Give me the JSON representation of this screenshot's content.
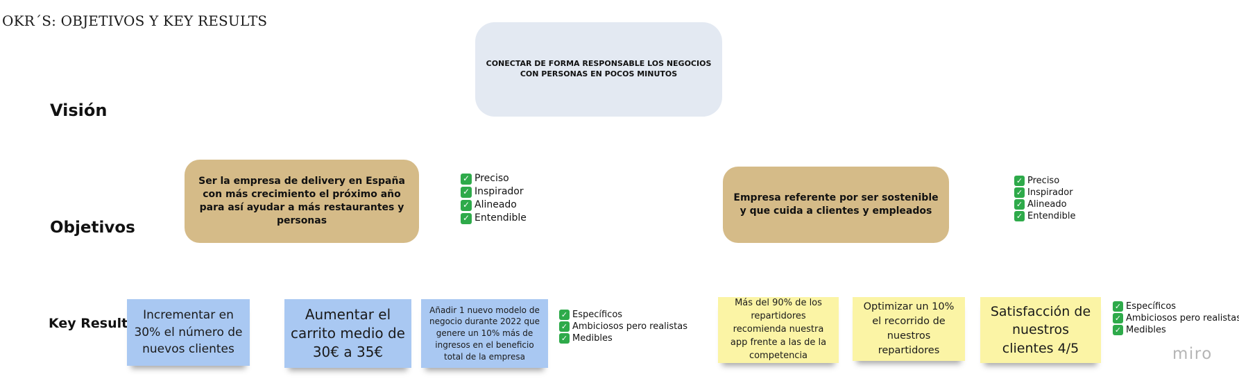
{
  "title": "OKR´S: OBJETIVOS Y KEY RESULTS",
  "labels": {
    "vision": "Visión",
    "objetivos": "Objetivos",
    "key_results": "Key Results"
  },
  "vision_text": "CONECTAR DE FORMA RESPONSABLE LOS NEGOCIOS CON PERSONAS EN POCOS MINUTOS",
  "objetivos": [
    "Ser la empresa de delivery en España con más crecimiento el próximo año para así ayudar a más restaurantes y personas",
    "Empresa referente por ser sostenible y que cuida a clientes y empleados"
  ],
  "objective_checklist": [
    "Preciso",
    "Inspirador",
    "Alineado",
    "Entendible"
  ],
  "key_results": [
    "Incrementar en 30%  el número de nuevos clientes",
    "Aumentar el carrito medio de 30€ a 35€",
    "Añadir 1 nuevo modelo de negocio durante 2022 que genere un 10% más de ingresos en el beneficio total de la empresa",
    "Más del 90% de los repartidores recomienda nuestra app frente a las de la competencia",
    "Optimizar un 10% el recorrido de nuestros repartidores",
    "Satisfacción de nuestros clientes 4/5"
  ],
  "kr_checklist": [
    "Específicos",
    "Ambiciosos pero realistas",
    "Medibles"
  ],
  "watermark": "miro",
  "colors": {
    "vision_bg": "#e3e9f2",
    "objective_bg": "#d5bb88",
    "note_blue": "#a9c8f2",
    "note_yellow": "#fbf4a5",
    "check_green": "#2eaa4a"
  }
}
